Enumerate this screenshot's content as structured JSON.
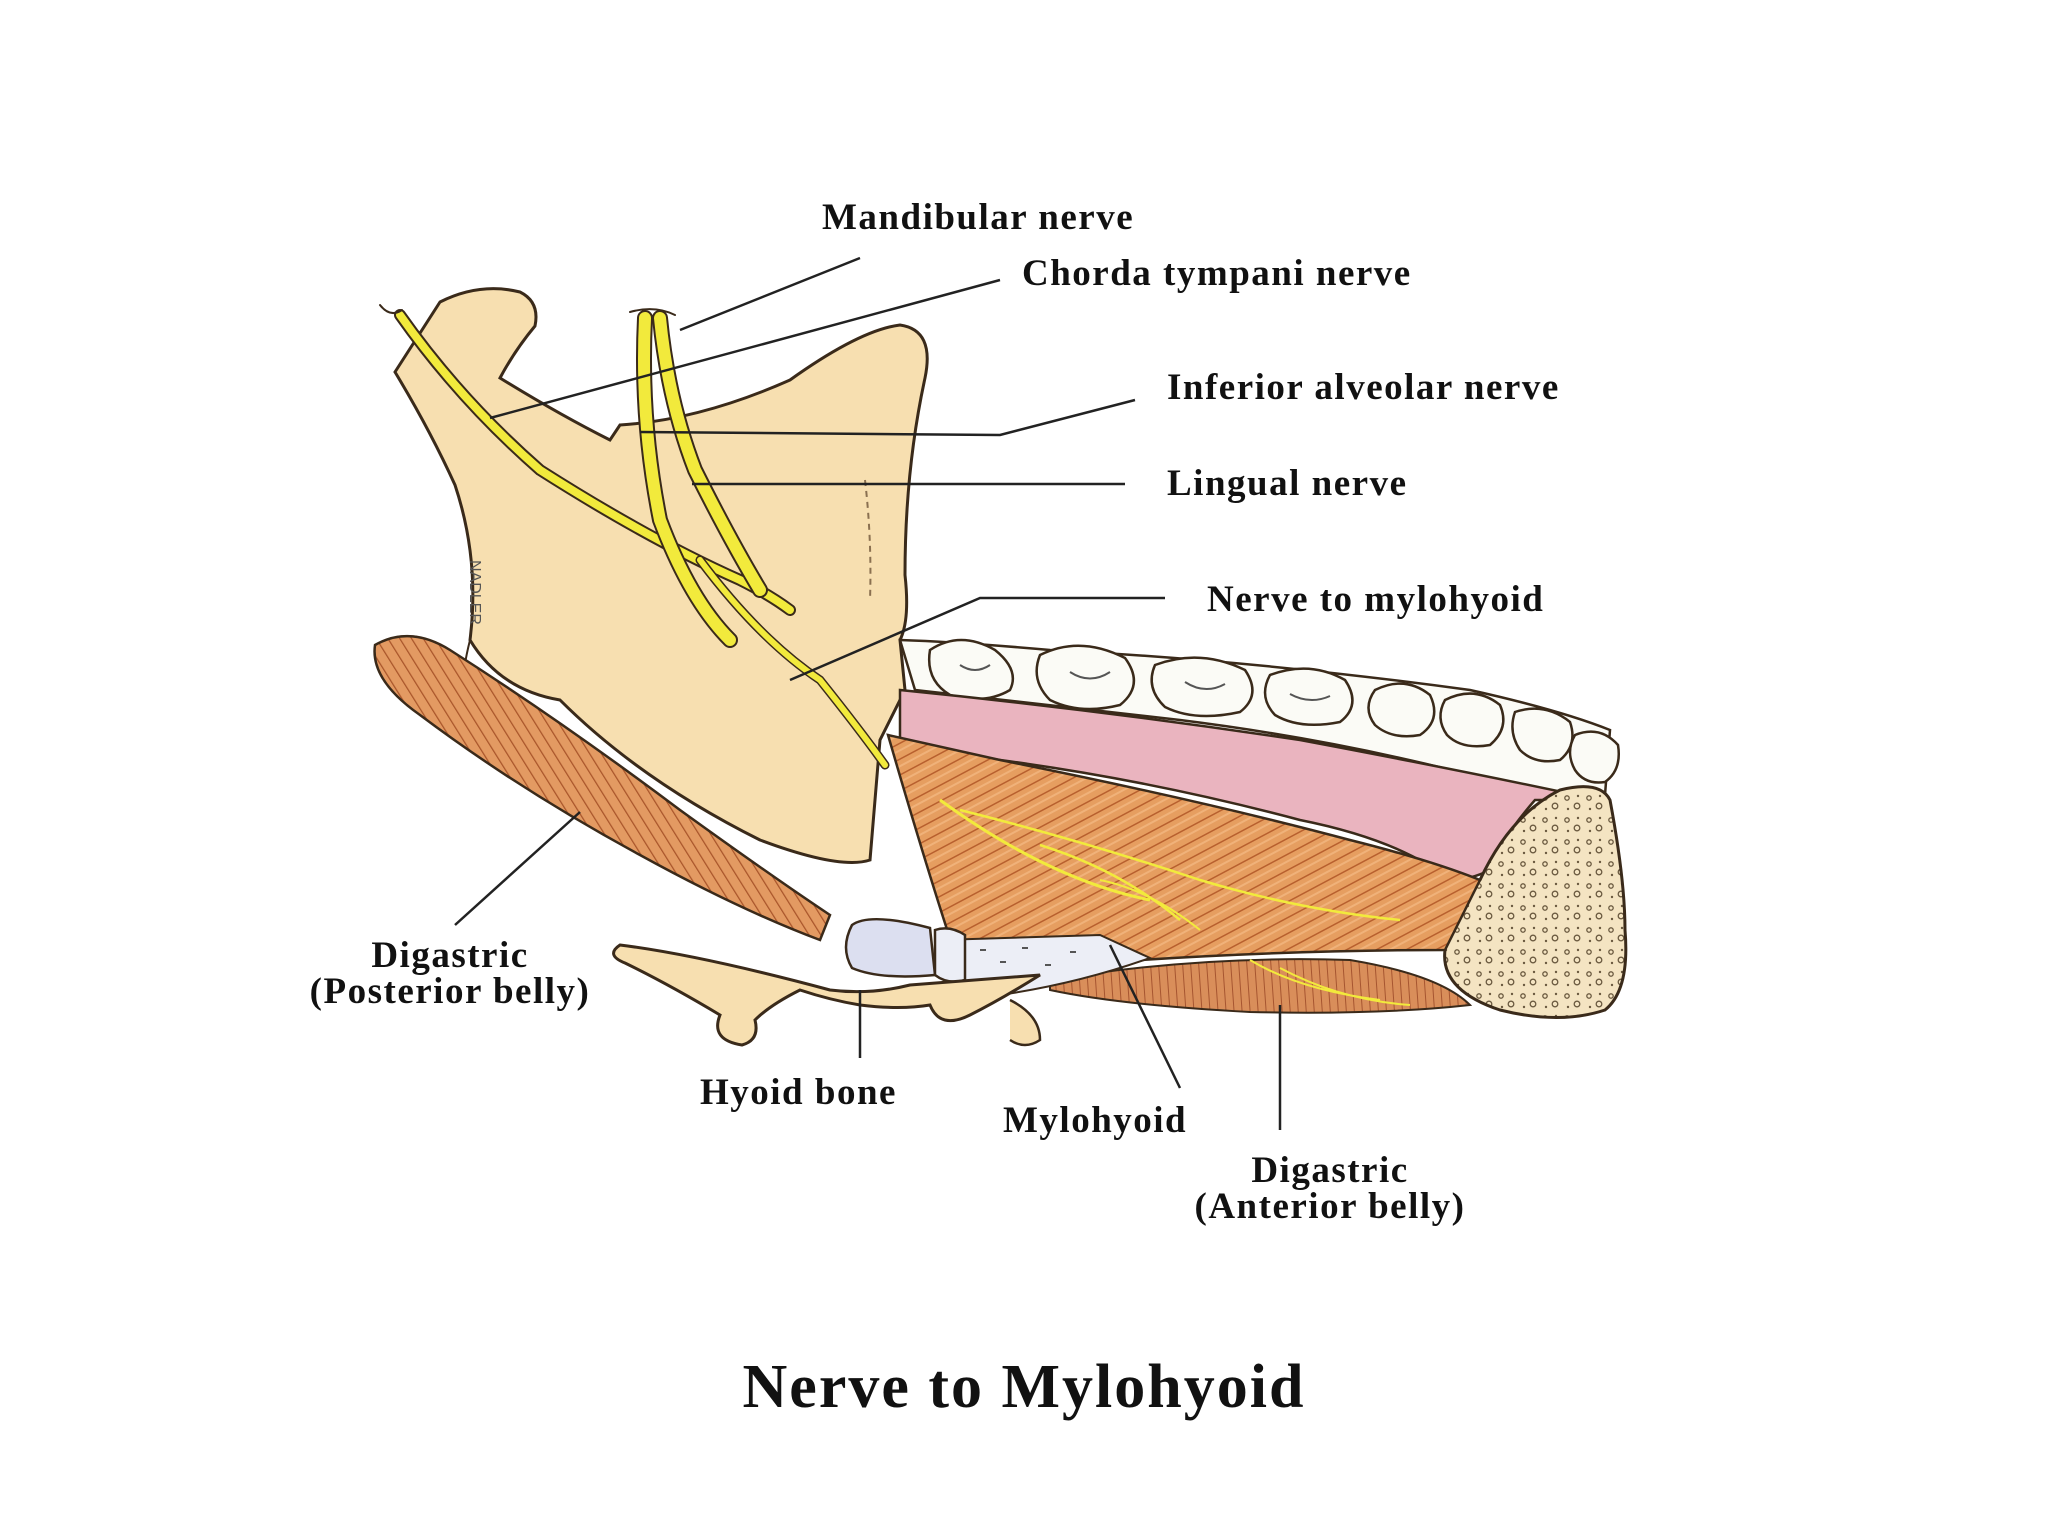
{
  "figure": {
    "title": "Nerve to Mylohyoid",
    "artist_signature": "NADLER",
    "labels": {
      "mandibular_nerve": "Mandibular nerve",
      "chorda_tympani": "Chorda tympani nerve",
      "inferior_alveolar": "Inferior alveolar nerve",
      "lingual": "Lingual nerve",
      "nerve_to_mylohyoid": "Nerve to mylohyoid",
      "digastric_posterior_line1": "Digastric",
      "digastric_posterior_line2": "(Posterior belly)",
      "hyoid_bone": "Hyoid bone",
      "mylohyoid": "Mylohyoid",
      "digastric_anterior_line1": "Digastric",
      "digastric_anterior_line2": "(Anterior belly)"
    },
    "colors": {
      "bone": "#f7dfb0",
      "bone_outline": "#3a2a1a",
      "nerve": "#f2ea3c",
      "gum": "#eab4bf",
      "tooth": "#fbfbf6",
      "muscle": "#e49a5c",
      "muscle_dark": "#b8602e",
      "tendon": "#e6e8f2",
      "leader": "#222222"
    }
  }
}
